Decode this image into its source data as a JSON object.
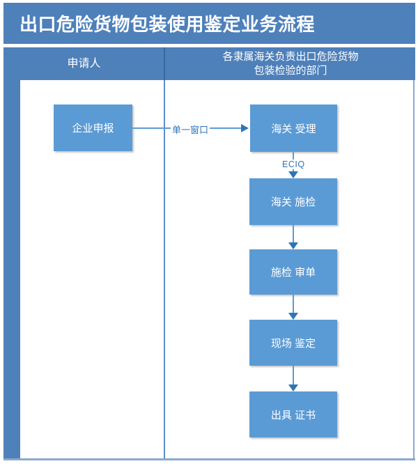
{
  "title": "出口危险货物包装使用鉴定业务流程",
  "lanes": {
    "left_header": "申请人",
    "right_header_line1": "各隶属海关负责出口危险货物",
    "right_header_line2": "包装检验的部门"
  },
  "flow": {
    "start_box": "企业申报",
    "h_connector_label": "单一窗口",
    "v_connector_label": "ECIQ",
    "steps": [
      "海关 受理",
      "海关 施检",
      "施检 审单",
      "现场 鉴定",
      "出具 证书"
    ]
  },
  "colors": {
    "band_blue": "#4e80ba",
    "box_blue": "#5b9bd5",
    "connector_blue": "#5b9bd5",
    "arrowhead_blue": "#2e75b6",
    "connector_label_blue": "#2e75b6",
    "divider_dark_blue": "#38689f",
    "border_light_blue": "#8aa9cc"
  }
}
